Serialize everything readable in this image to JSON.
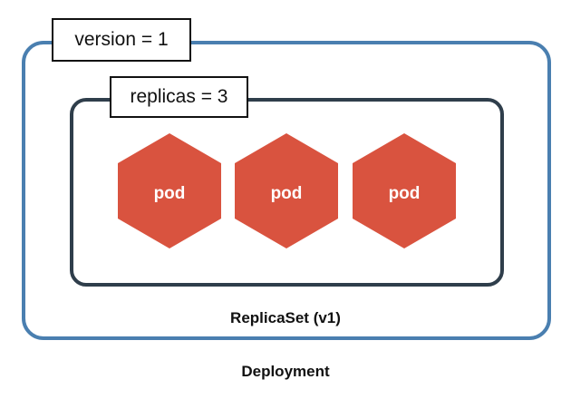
{
  "deployment": {
    "version_label": "version = 1",
    "caption": "Deployment"
  },
  "replicaset": {
    "replicas_label": "replicas = 3",
    "caption": "ReplicaSet (v1)"
  },
  "pods": [
    {
      "label": "pod"
    },
    {
      "label": "pod"
    },
    {
      "label": "pod"
    }
  ],
  "colors": {
    "deployment_border": "#4a7fb0",
    "replicaset_border": "#2f3e4b",
    "pod_fill": "#d9533f",
    "pod_text": "#ffffff"
  }
}
